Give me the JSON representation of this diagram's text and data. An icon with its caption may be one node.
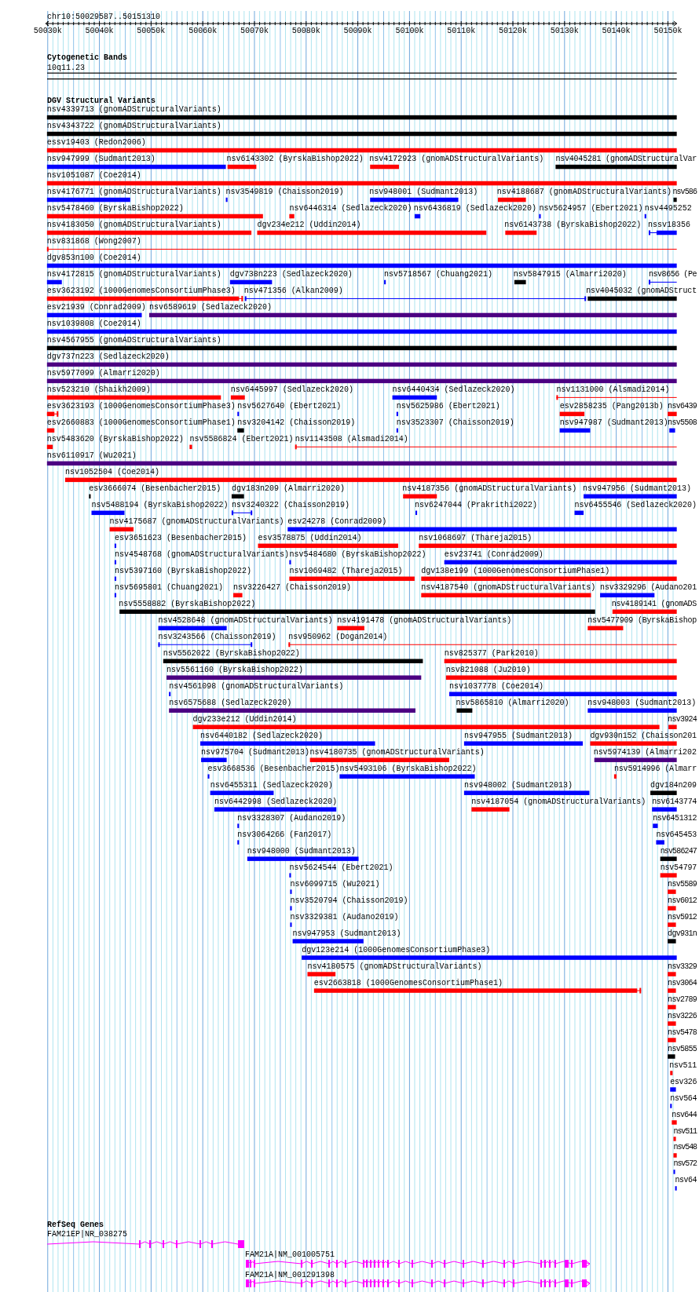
{
  "diagram": {
    "labels": [
      "chr10:50029587..50151310",
      "50030k",
      "50040k",
      "50050k",
      "50060k",
      "50070k",
      "50080k",
      "50090k",
      "50100k",
      "50110k",
      "50120k",
      "50130k",
      "50140k",
      "50150k",
      "Cytogenetic Bands",
      "10q11.23",
      "DGV Structural Variants",
      "nsv4339713 (gnomADStructuralVariants)",
      "nsv4343722 (gnomADStructuralVariants)",
      "essv19403 (Redon2006)",
      "nsv947999 (Sudmant2013)",
      "nsv6143302 (ByrskaBishop2022)",
      "nsv4172923 (gnomADStructuralVariants)",
      "nsv4045281 (gnomADStructuralVar",
      "nsv1051087 (Coe2014)",
      "nsv4176771 (gnomADStructuralVariants)",
      "nsv3549819 (Chaisson2019)",
      "nsv948001 (Sudmant2013)",
      "nsv4188687 (gnomADStructuralVariants)",
      "nsv586",
      "nsv5478460 (ByrskaBishop2022)",
      "nsv6446314 (Sedlazeck2020)",
      "nsv6436819 (Sedlazeck2020)",
      "nsv5624957 (Ebert2021)",
      "nsv4495252",
      "nsv4183050 (gnomADStructuralVariants)",
      "dgv234e212 (Uddin2014)",
      "nsv6143738 (ByrskaBishop2022)",
      "nssv18356",
      "nsv831868 (Wong2007)",
      "dgv853n100 (Coe2014)",
      "nsv4172815 (gnomADStructuralVariants)",
      "dgv738n223 (Sedlazeck2020)",
      "nsv5718567 (Chuang2021)",
      "nsv5847915 (Almarri2020)",
      "nsv8656 (Pe",
      "esv3623192 (1000GenomesConsortiumPhase3)",
      "nsv471356 (Alkan2009)",
      "nsv4045032 (gnomADStruct",
      "esv21939 (Conrad2009)",
      "nsv6589619 (Sedlazeck2020)",
      "nsv1039808 (Coe2014)",
      "nsv4567955 (gnomADStructuralVariants)",
      "dgv737n223 (Sedlazeck2020)",
      "nsv5977099 (Almarri2020)",
      "nsv523210 (Shaikh2009)",
      "nsv6445997 (Sedlazeck2020)",
      "nsv6440434 (Sedlazeck2020)",
      "nsv1131000 (Alsmadi2014)",
      "esv3623193 (1000GenomesConsortiumPhase3)",
      "nsv5627640 (Ebert2021)",
      "nsv5625986 (Ebert2021)",
      "esv2858235 (Pang2013b)",
      "nsv6439",
      "esv2660883 (1000GenomesConsortiumPhase1)",
      "nsv3204142 (Chaisson2019)",
      "nsv3523307 (Chaisson2019)",
      "nsv947987 (Sudmant2013)",
      "nsv5508",
      "nsv5483620 (ByrskaBishop2022)",
      "nsv5586824 (Ebert2021)",
      "nsv1143508 (Alsmadi2014)",
      "nsv6110917 (Wu2021)",
      "nsv1052504 (Coe2014)",
      "esv3666074 (Besenbacher2015)",
      "dgv183n209 (Almarri2020)",
      "nsv4187356 (gnomADStructuralVariants)",
      "nsv947956 (Sudmant2013)",
      "nsv5488194 (ByrskaBishop2022)",
      "nsv3240322 (Chaisson2019)",
      "nsv6247044 (Prakrithi2022)",
      "nsv6455546 (Sedlazeck2020)",
      "nsv4175687 (gnomADStructuralVariants)",
      "esv24278 (Conrad2009)",
      "esv3651623 (Besenbacher2015)",
      "esv3578875 (Uddin2014)",
      "nsv1068697 (Thareja2015)",
      "nsv4548768 (gnomADStructuralVariants)",
      "nsv5484680 (ByrskaBishop2022)",
      "esv23741 (Conrad2009)",
      "nsv5397160 (ByrskaBishop2022)",
      "nsv1069482 (Thareja2015)",
      "dgv138e199 (1000GenomesConsortiumPhase1)",
      "nsv5695801 (Chuang2021)",
      "nsv3226427 (Chaisson2019)",
      "nsv4187540 (gnomADStructuralVariants)",
      "nsv3329296 (Audano201",
      "nsv5558882 (ByrskaBishop2022)",
      "nsv4189141 (gnomADS",
      "nsv4528648 (gnomADStructuralVariants)",
      "nsv4191478 (gnomADStructuralVariants)",
      "nsv5477909 (ByrskaBishop",
      "nsv3243566 (Chaisson2019)",
      "nsv950962 (Dogan2014)",
      "nsv5562022 (ByrskaBishop2022)",
      "nsv825377 (Park2010)",
      "nsv5561160 (ByrskaBishop2022)",
      "nsv821088 (Ju2010)",
      "nsv4561098 (gnomADStructuralVariants)",
      "nsv1037778 (Coe2014)",
      "nsv6575688 (Sedlazeck2020)",
      "nsv5865810 (Almarri2020)",
      "nsv948003 (Sudmant2013)",
      "dgv233e212 (Uddin2014)",
      "nsv3924",
      "nsv6440182 (Sedlazeck2020)",
      "nsv947955 (Sudmant2013)",
      "dgv930n152 (Chaisson201",
      "nsv975704 (Sudmant2013)",
      "nsv4180735 (gnomADStructuralVariants)",
      "nsv5974139 (Almarri202",
      "esv3668536 (Besenbacher2015)",
      "nsv5493106 (ByrskaBishop2022)",
      "nsv5914996 (Almarr",
      "nsv6455311 (Sedlazeck2020)",
      "nsv948002 (Sudmant2013)",
      "dgv184n209",
      "nsv6442998 (Sedlazeck2020)",
      "nsv4187054 (gnomADStructuralVariants)",
      "nsv6143774",
      "nsv3328307 (Audano2019)",
      "nsv6451312",
      "nsv3064266 (Fan2017)",
      "nsv645453",
      "nsv948000 (Sudmant2013)",
      "nsv586247",
      "nsv5624544 (Ebert2021)",
      "nsv54797",
      "nsv6099715 (Wu2021)",
      "nsv5589",
      "nsv3520794 (Chaisson2019)",
      "nsv6012",
      "nsv3329381 (Audano2019)",
      "nsv5912",
      "nsv947953 (Sudmant2013)",
      "dgv931n",
      "dgv123e214 (1000GenomesConsortiumPhase3)",
      "nsv4180575 (gnomADStructuralVariants)",
      "nsv3329",
      "esv2663818 (1000GenomesConsortiumPhase1)",
      "nsv3064",
      "nsv2789",
      "nsv3226",
      "nsv5478",
      "nsv5855",
      "nsv511",
      "esv326",
      "nsv564",
      "nsv644",
      "nsv511",
      "nsv548",
      "nsv572",
      "nsv64",
      "RefSeq Genes",
      "FAM21EP|NR_038275",
      "FAM21A|NM_001005751",
      "FAM21A|NM_001291398"
    ]
  }
}
